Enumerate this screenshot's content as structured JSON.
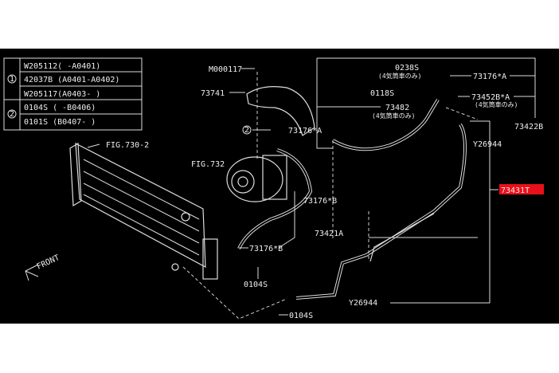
{
  "table": {
    "group1_marker": "1",
    "group2_marker": "2",
    "rows": [
      "W205112( -A0401)",
      "42037B (A0401-A0402)",
      "W205117(A0403- )",
      "0104S   ( -B0406)",
      "0101S   (B0407- )"
    ]
  },
  "labels": {
    "m000117": "M000117",
    "p73741": "73741",
    "p73176a_left": "73176*A",
    "ref2_marker": "2",
    "fig730": "FIG.730-2",
    "fig732": "FIG.732",
    "p73176b_upper": "73176*B",
    "p73421a": "73421A",
    "p73176b_lower": "73176*B",
    "p0104s_mid": "0104S",
    "p0104s_bottom": "0104S",
    "y26944_bottom": "Y26944",
    "p0238s": "0238S",
    "p0238s_note": "(4気筒車のみ)",
    "p73176a_right": "73176*A",
    "p0118s": "0118S",
    "p73482": "73482",
    "p73482_note": "(4気筒車のみ)",
    "p73452b": "73452B*A",
    "p73452b_note": "(4気筒車のみ)",
    "p73422b": "73422B",
    "y26944_right": "Y26944",
    "p73431t": "73431T",
    "front": "FRONT"
  },
  "colors": {
    "highlight": "#e8101a",
    "background": "#000000",
    "lines": "#dddddd"
  }
}
